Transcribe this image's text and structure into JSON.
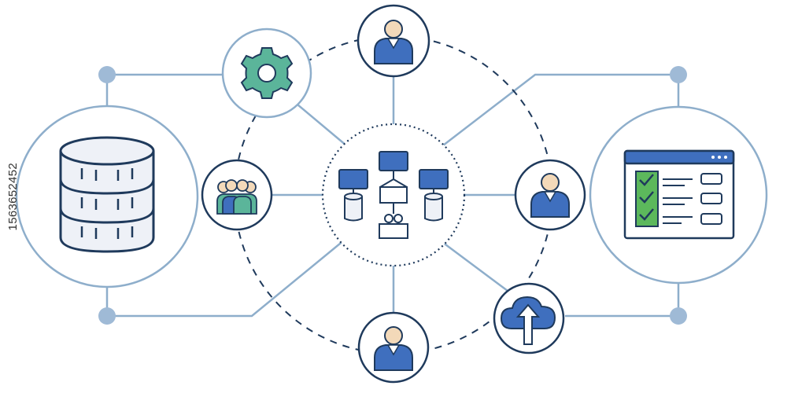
{
  "diagram": {
    "side_id": "1563652452",
    "colors": {
      "connector": "#8eaecb",
      "outline": "#1f3a5c",
      "dashed_ring": "#1f3a5c",
      "accent_blue": "#3f6fbe",
      "accent_teal": "#5bb59a",
      "accent_green": "#5cb85c",
      "skin": "#f3d9b9",
      "node_fill": "#ffffff",
      "dot": "#9fbad6"
    },
    "nodes": [
      {
        "id": "database",
        "icon": "database-icon"
      },
      {
        "id": "settings",
        "icon": "gear-icon"
      },
      {
        "id": "user-top",
        "icon": "user-icon"
      },
      {
        "id": "team",
        "icon": "team-icon"
      },
      {
        "id": "hub",
        "icon": "network-hub-icon"
      },
      {
        "id": "user-right",
        "icon": "user-icon"
      },
      {
        "id": "checklist",
        "icon": "checklist-window-icon"
      },
      {
        "id": "user-bottom",
        "icon": "user-icon"
      },
      {
        "id": "cloud-upload",
        "icon": "cloud-upload-icon"
      }
    ]
  }
}
